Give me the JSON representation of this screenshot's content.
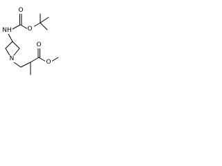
{
  "molecule": {
    "atoms": {
      "n_carbamate": "NH",
      "o_carbonyl_boc": "O",
      "o_ester_boc": "O",
      "n_azetidine": "N",
      "o_carbonyl_ester": "O",
      "o_methoxy": "O"
    }
  }
}
